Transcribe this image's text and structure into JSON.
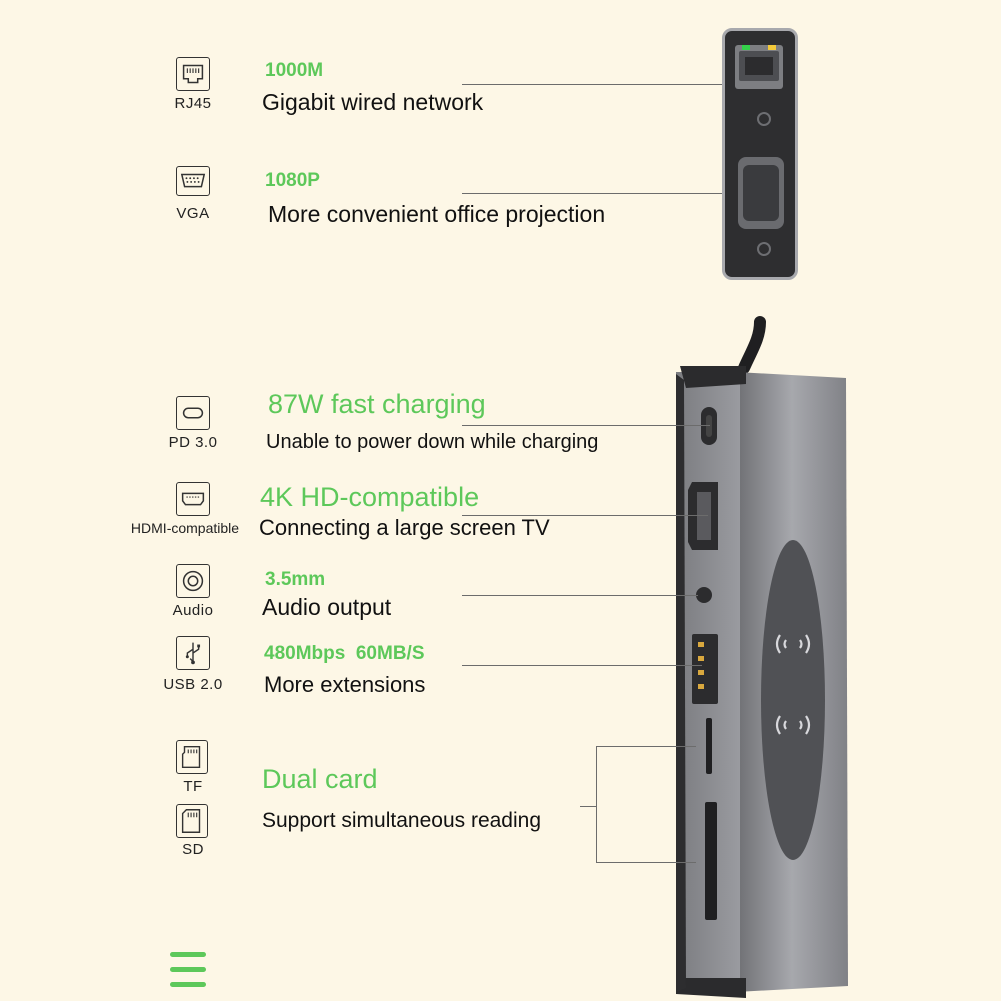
{
  "features": {
    "rj45": {
      "icon_label": "RJ45",
      "spec": "1000M",
      "desc": "Gigabit wired network",
      "icon": "ethernet-port-icon"
    },
    "vga": {
      "icon_label": "VGA",
      "spec": "1080P",
      "desc": "More convenient office projection",
      "icon": "vga-port-icon"
    },
    "pd": {
      "icon_label": "PD 3.0",
      "spec": "87W fast charging",
      "desc": "Unable to power down while charging",
      "icon": "usb-c-port-icon"
    },
    "hdmi": {
      "icon_label": "HDMI-compatible",
      "spec": "4K HD-compatible",
      "desc": "Connecting a large screen TV",
      "icon": "hdmi-port-icon"
    },
    "audio": {
      "icon_label": "Audio",
      "spec": "3.5mm",
      "desc": "Audio output",
      "icon": "audio-jack-icon"
    },
    "usb": {
      "icon_label": "USB 2.0",
      "spec": "480Mbps  60MB/S",
      "desc": "More extensions",
      "icon": "usb-icon"
    },
    "card": {
      "tf_label": "TF",
      "sd_label": "SD",
      "spec": "Dual card",
      "desc": "Support simultaneous reading",
      "tf_icon": "tf-card-icon",
      "sd_icon": "sd-card-icon"
    }
  },
  "colors": {
    "accent": "#5dc85a",
    "background": "#fdf7e6",
    "hub_body": "#8f9095",
    "hub_edge": "#3a3a3c"
  },
  "menu_icon": "menu-icon",
  "wireless_icon": "wireless-charging-icon"
}
